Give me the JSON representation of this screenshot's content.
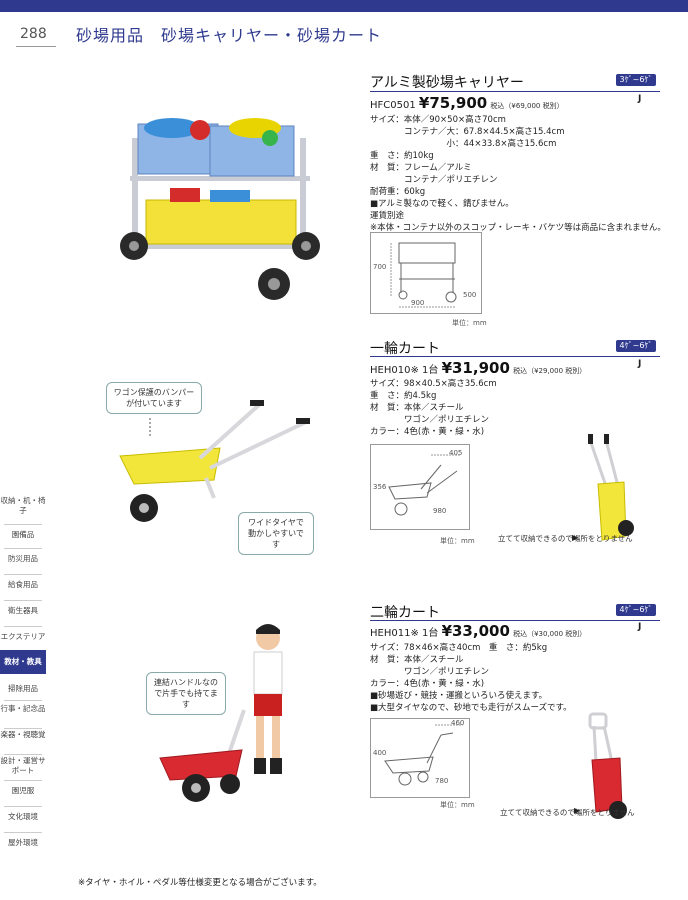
{
  "header": {
    "page_number": "288",
    "category_title": "砂場用品　砂場キャリヤー・砂場カート"
  },
  "products": [
    {
      "title": "アルミ製砂場キャリヤー",
      "badge": "3ｹﾞ~6ｹﾞ",
      "j_mark": "J",
      "code": "HFC0501",
      "price": "¥75,900",
      "tax_note": "税込（¥69,000 税別）",
      "specs": [
        "サイズ：本体／90×50×高さ70cm",
        "　　　　コンテナ／大：67.8×44.5×高さ15.4cm",
        "　　　　　　　　　小：44×33.8×高さ15.6cm",
        "重　さ：約10kg",
        "材　質：フレーム／アルミ",
        "　　　　コンテナ／ポリエチレン",
        "耐荷重：60kg",
        "■アルミ製なので軽く、錆びません。",
        "運賃別途",
        "※本体・コンテナ以外のスコップ・レーキ・バケツ等は商品に含まれません。"
      ],
      "dims": {
        "height": "700",
        "width": "900",
        "depth": "500"
      },
      "unit": "単位：mm"
    },
    {
      "title": "一輪カート",
      "badge": "4ｹﾞ~6ｹﾞ",
      "j_mark": "J",
      "code": "HEH010※ 1台",
      "price": "¥31,900",
      "tax_note": "税込（¥29,000 税別）",
      "specs": [
        "サイズ：98×40.5×高さ35.6cm",
        "重　さ：約4.5kg",
        "材　質：本体／スチール",
        "　　　　ワゴン／ポリエチレン",
        "カラー：4色(赤・黄・緑・水)"
      ],
      "dims": {
        "height": "356",
        "width": "980",
        "depth": "405"
      },
      "unit": "単位：mm",
      "callouts": [
        "ワゴン保護のバンパーが付いています",
        "ワイドタイヤで動かしやすいです"
      ],
      "stand_caption": "立てて収納できるので場所をとりません"
    },
    {
      "title": "二輪カート",
      "badge": "4ｹﾞ~6ｹﾞ",
      "j_mark": "J",
      "code": "HEH011※ 1台",
      "price": "¥33,000",
      "tax_note": "税込（¥30,000 税別）",
      "specs": [
        "サイズ：78×46×高さ40cm　重　さ：約5kg",
        "材　質：本体／スチール",
        "　　　　ワゴン／ポリエチレン",
        "カラー：4色(赤・黄・緑・水)",
        "■砂場遊び・競技・運搬といろいろ使えます。",
        "■大型タイヤなので、砂地でも走行がスムーズです。"
      ],
      "dims": {
        "height": "400",
        "width": "780",
        "depth": "460"
      },
      "unit": "単位：mm",
      "callouts": [
        "連結ハンドルなので片手でも持てます"
      ],
      "stand_caption": "立てて収納できるので場所をとりません"
    }
  ],
  "sidenav": [
    "収納・机・椅子",
    "園備品",
    "防災用品",
    "給食用品",
    "衛生器具",
    "エクステリア",
    "教材・教具",
    "掃除用品",
    "行事・記念品",
    "楽器・視聴覚",
    "設計・運営サポート",
    "園児服",
    "文化環境",
    "屋外環境"
  ],
  "sidenav_active": "教材・教具",
  "footnote": "※タイヤ・ホイル・ペダル等仕様変更となる場合がございます。"
}
